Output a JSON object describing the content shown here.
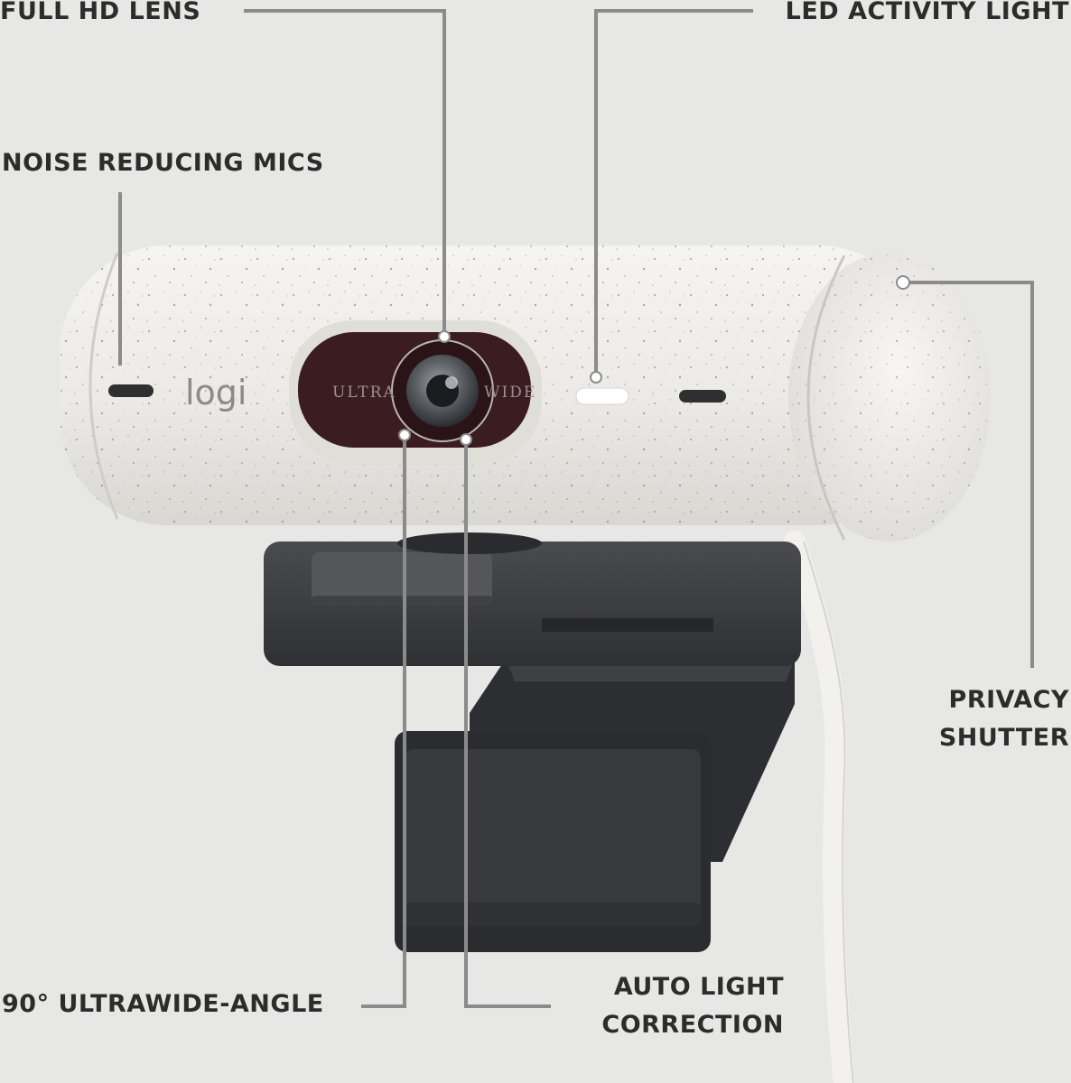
{
  "callouts": {
    "full_hd_lens": "FULL HD LENS",
    "led_activity_light": "LED ACTIVITY LIGHT",
    "noise_reducing_mics": "NOISE REDUCING MICS",
    "privacy_shutter": [
      "PRIVACY",
      "SHUTTER"
    ],
    "ultrawide_angle": "90° ULTRAWIDE-ANGLE",
    "auto_light_correction": [
      "AUTO LIGHT",
      "CORRECTION"
    ]
  },
  "device": {
    "brand_logo": "logi",
    "lens_text_left": "ULTRA",
    "lens_text_right": "WIDE"
  },
  "colors": {
    "background": "#e7e8e6",
    "camera_body": "#efeeeb",
    "mount": "#3a3b3d",
    "leader_lines": "#8b8b8b",
    "text": "#2c2c2c"
  }
}
